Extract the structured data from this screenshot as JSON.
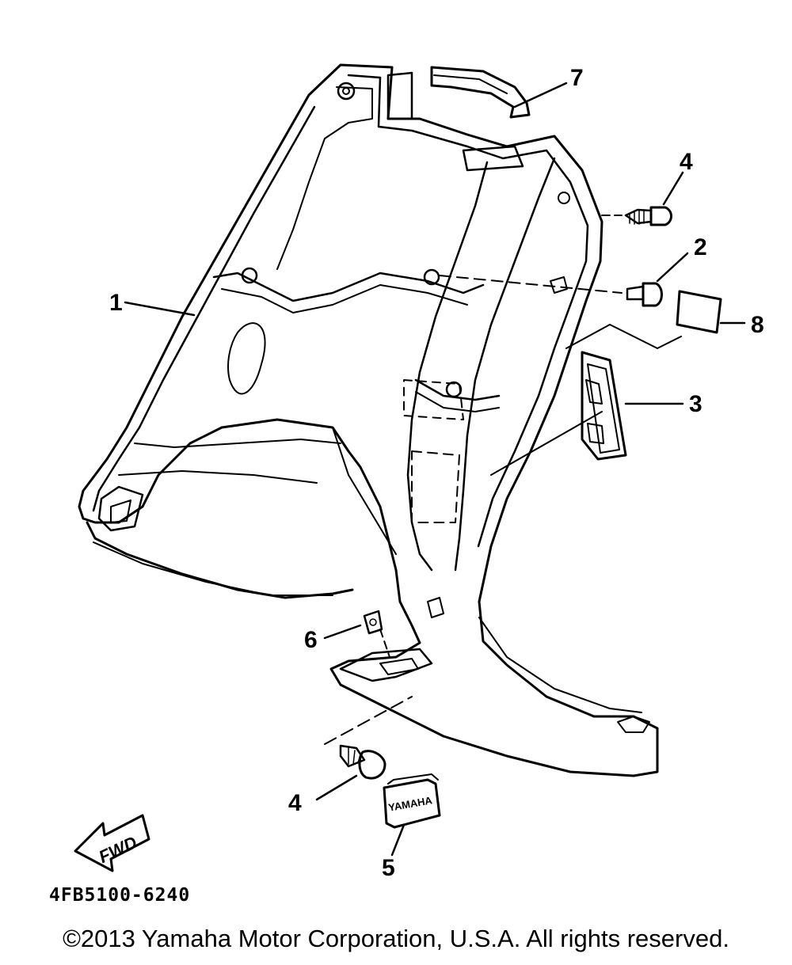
{
  "diagram": {
    "callouts": {
      "c1": "1",
      "c2": "2",
      "c3": "3",
      "c4a": "4",
      "c4b": "4",
      "c5": "5",
      "c6": "6",
      "c7": "7",
      "c8": "8"
    },
    "badge_text": "YAMAHA",
    "fwd_label": "FWD"
  },
  "part_number": "4FB5100-6240",
  "copyright": "©2013 Yamaha Motor Corporation, U.S.A. All rights reserved."
}
